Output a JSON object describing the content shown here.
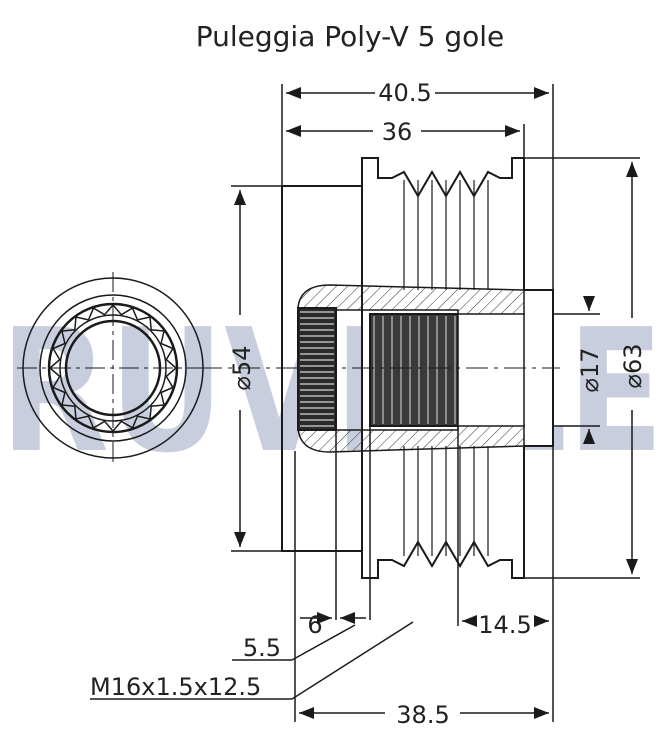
{
  "title": "Puleggia Poly-V 5 gole",
  "watermark": "RUVILLE",
  "dimensions": {
    "overall_length": "40.5",
    "pulley_length": "36",
    "width_bottom": "38.5",
    "rear_depth": "14.5",
    "front_offset": "6",
    "front_flange": "5.5",
    "thread": "M16x1.5x12.5",
    "diameter_bore": "17",
    "diameter_hub": "54",
    "diameter_outer": "63"
  },
  "colors": {
    "line": "#1a1a1a",
    "watermark": "#c9cede",
    "dark_fill": "#2a2a2a"
  }
}
